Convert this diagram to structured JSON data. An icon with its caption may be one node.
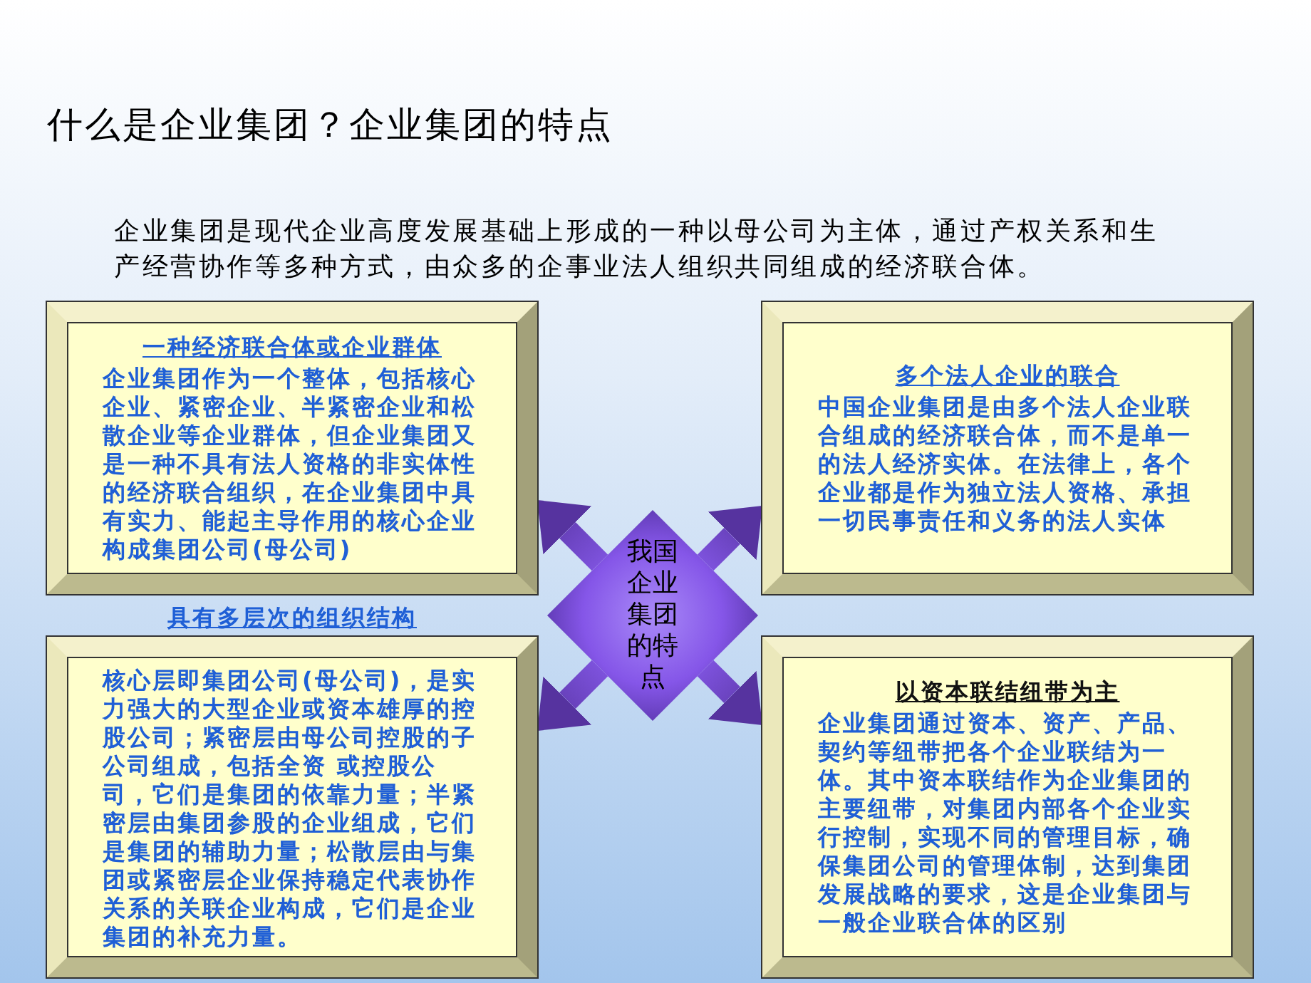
{
  "diagram": {
    "title": "什么是企业集团？企业集团的特点",
    "nodes": [
      {
        "text": [
          "一种经济联合体或企业群体",
          "企业集团作为一个整体，包括核心企业、紧密企业、半紧密企业和松散企业等企业群体，但企业集团又是一种不具有法人资格的非实体性的经济联合组织，在企业集团中具有实力、能起主导作用的核心企业构成集团公司(母公司)"
        ]
      },
      {
        "text": [
          "多个法人企业的联合",
          "中国企业集团是由多个法人企业联合组成的经济联合体，而不是单一的法人经济实体。在法律上，各个企业都是作为独立法人资格、承担一切民事责任和义务的法人实体"
        ]
      },
      {
        "text": [
          "我国企业集团的特点"
        ]
      },
      {
        "text": [
          "具有多层次的组织结构",
          "核心层即集团公司(母公司)，是实力强大的大型企业或资本雄厚的控股公司；紧密层由母公司控股的子公司组成，包括全资 或控股公司，它们是集团的依靠力量；半紧密层由集团参股的企业组成，它们是集团的辅助力量；松散层由与集团或紧密层企业保持稳定代表协作关系的关联企业构成，它们是企业集团的补充力量。"
        ]
      },
      {
        "text": [
          "以资本联结纽带为主",
          "企业集团通过资本、资产、产品、契约等纽带把各个企业联结为一体。其中资本联结作为企业集团的主要纽带，对集团内部各个企业实行控制，实现不同的管理目标，确保集团公司的管理体制，达到集团发展战略的要求，这是企业集团与一般企业联合体的区别"
        ]
      }
    ],
    "edges": [
      {
        "from": 2,
        "to": 0,
        "arrow": "to"
      },
      {
        "from": 2,
        "to": 1,
        "arrow": "to"
      },
      {
        "from": 2,
        "to": 3,
        "arrow": "to"
      },
      {
        "from": 2,
        "to": 4,
        "arrow": "to"
      }
    ],
    "labels": [
      "企业集团是现代企业高度发展基础上形成的一种以母公司为主体，通过产权关系和生产经营协作等多种方式，由众多的企事业法人组织共同组成的经济联合体。"
    ]
  }
}
